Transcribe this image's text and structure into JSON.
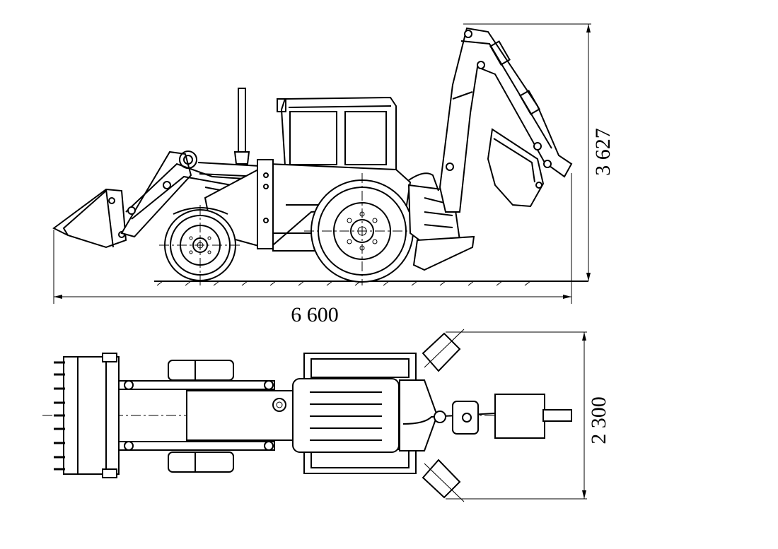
{
  "dimensions": {
    "overall_length": "6 600",
    "overall_height": "3 627",
    "overall_width": "2 300"
  }
}
